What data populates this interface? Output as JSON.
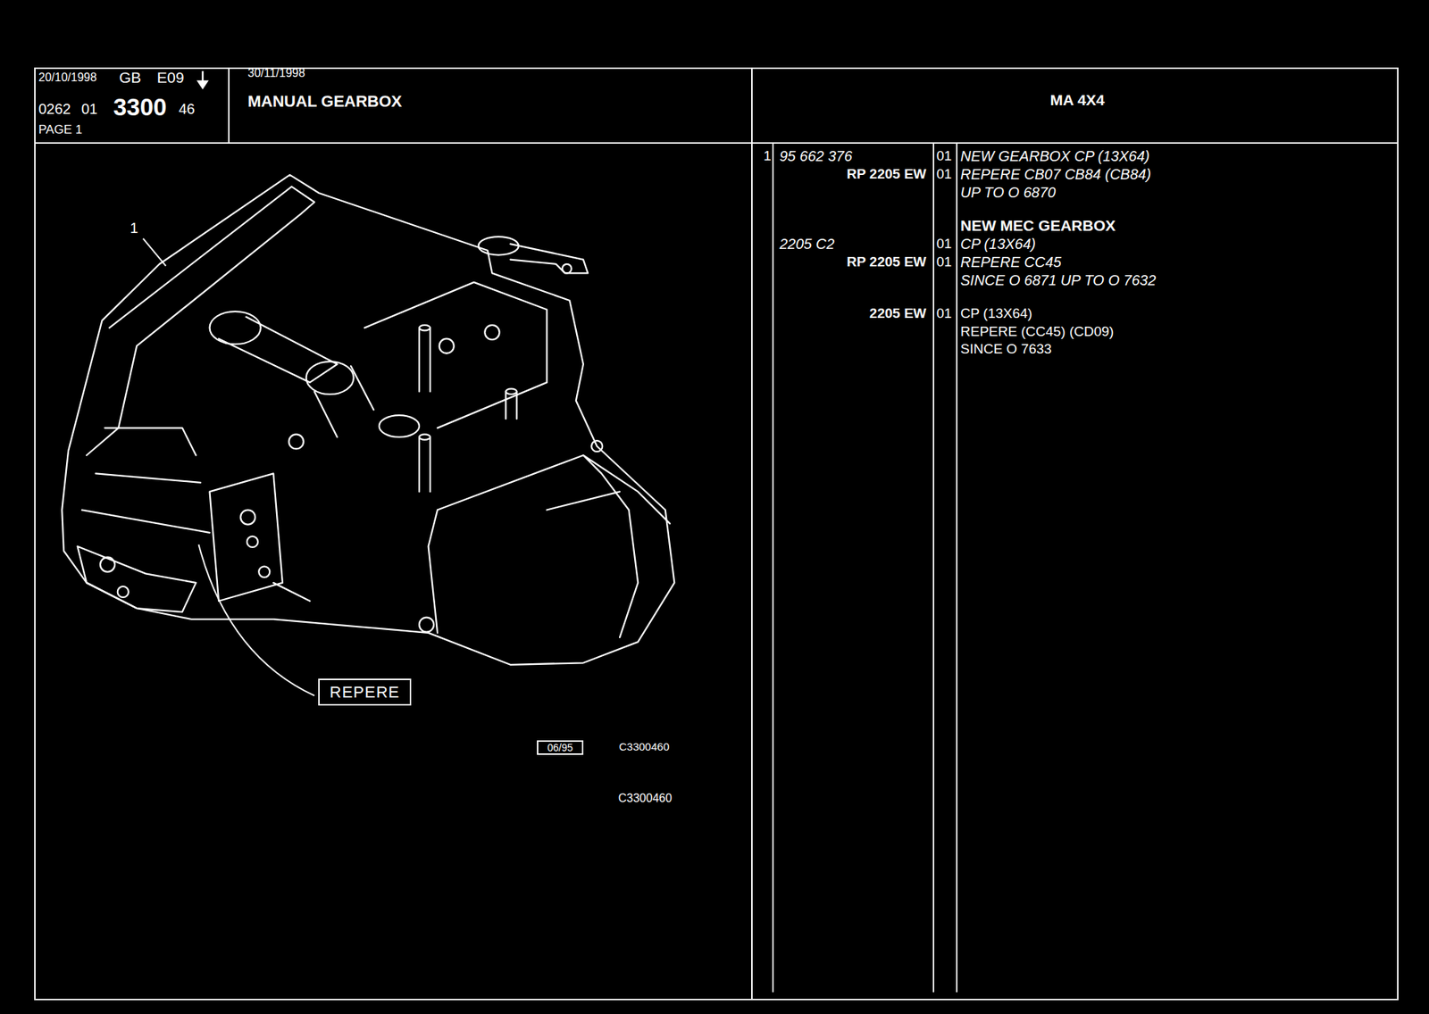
{
  "diagram": {
    "title": "MANUAL GEARBOX",
    "nodes": [
      {
        "text": [
          "REPERE"
        ]
      },
      {
        "text": [
          "06/95"
        ]
      }
    ],
    "labels": [
      "20/10/1998",
      "GB",
      "E09",
      "0262",
      "01",
      "3300",
      "46",
      "PAGE 1",
      "30/11/1998",
      "MA 4X4",
      "1",
      "95 662 376",
      "01",
      "NEW GEARBOX CP (13X64)",
      "RP 2205 EW",
      "01",
      "REPERE CB07 CB84 (CB84)",
      "UP TO O 6870",
      "NEW MEC GEARBOX",
      "2205 C2",
      "01",
      "CP (13X64)",
      "RP 2205 EW",
      "01",
      "REPERE CC45",
      "SINCE O 6871 UP TO O 7632",
      "2205 EW",
      "01",
      "CP (13X64)",
      "REPERE (CC45) (CD09)",
      "SINCE O 7633",
      "1",
      "C3300460",
      "C3300460"
    ]
  }
}
